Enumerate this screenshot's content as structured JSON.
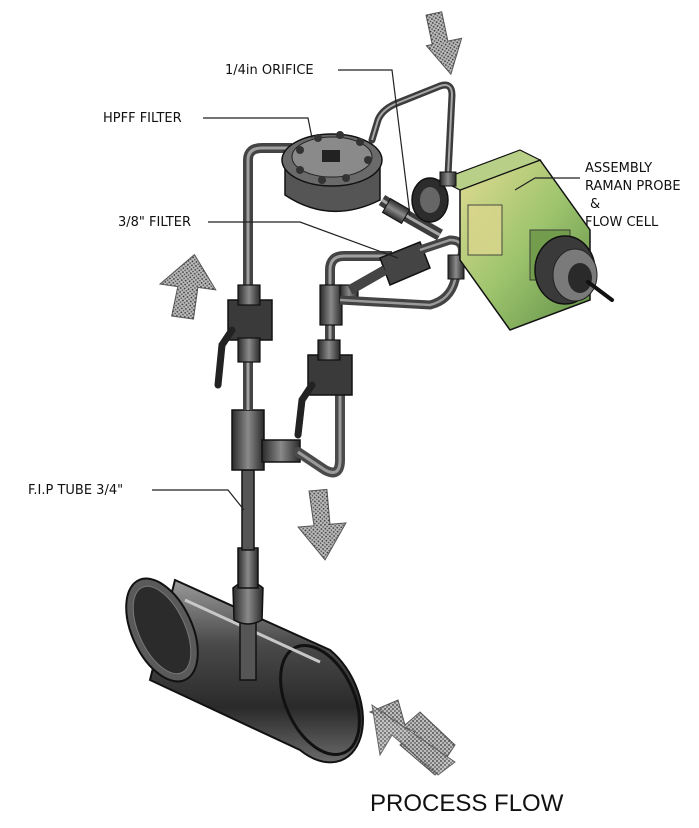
{
  "labels": {
    "orifice": "1/4in ORIFICE",
    "hpff_filter": "HPFF FILTER",
    "assembly_line1": "ASSEMBLY",
    "assembly_line2": "RAMAN PROBE",
    "assembly_line3": "&",
    "assembly_line4": "FLOW CELL",
    "filter_38": "3/8\" FILTER",
    "fip_tube": "F.I.P TUBE 3/4\"",
    "process_flow": "PROCESS FLOW"
  },
  "colors": {
    "tube": "#4a4a4a",
    "tube_highlight": "#a8a8a8",
    "metal_dark": "#2e2e2e",
    "metal_mid": "#6e6e6e",
    "flow_cell_green": "#7fae5e",
    "flow_cell_yellow": "#d8d28a",
    "arrow_fill": "#8a8a8a",
    "leader": "#222222"
  }
}
